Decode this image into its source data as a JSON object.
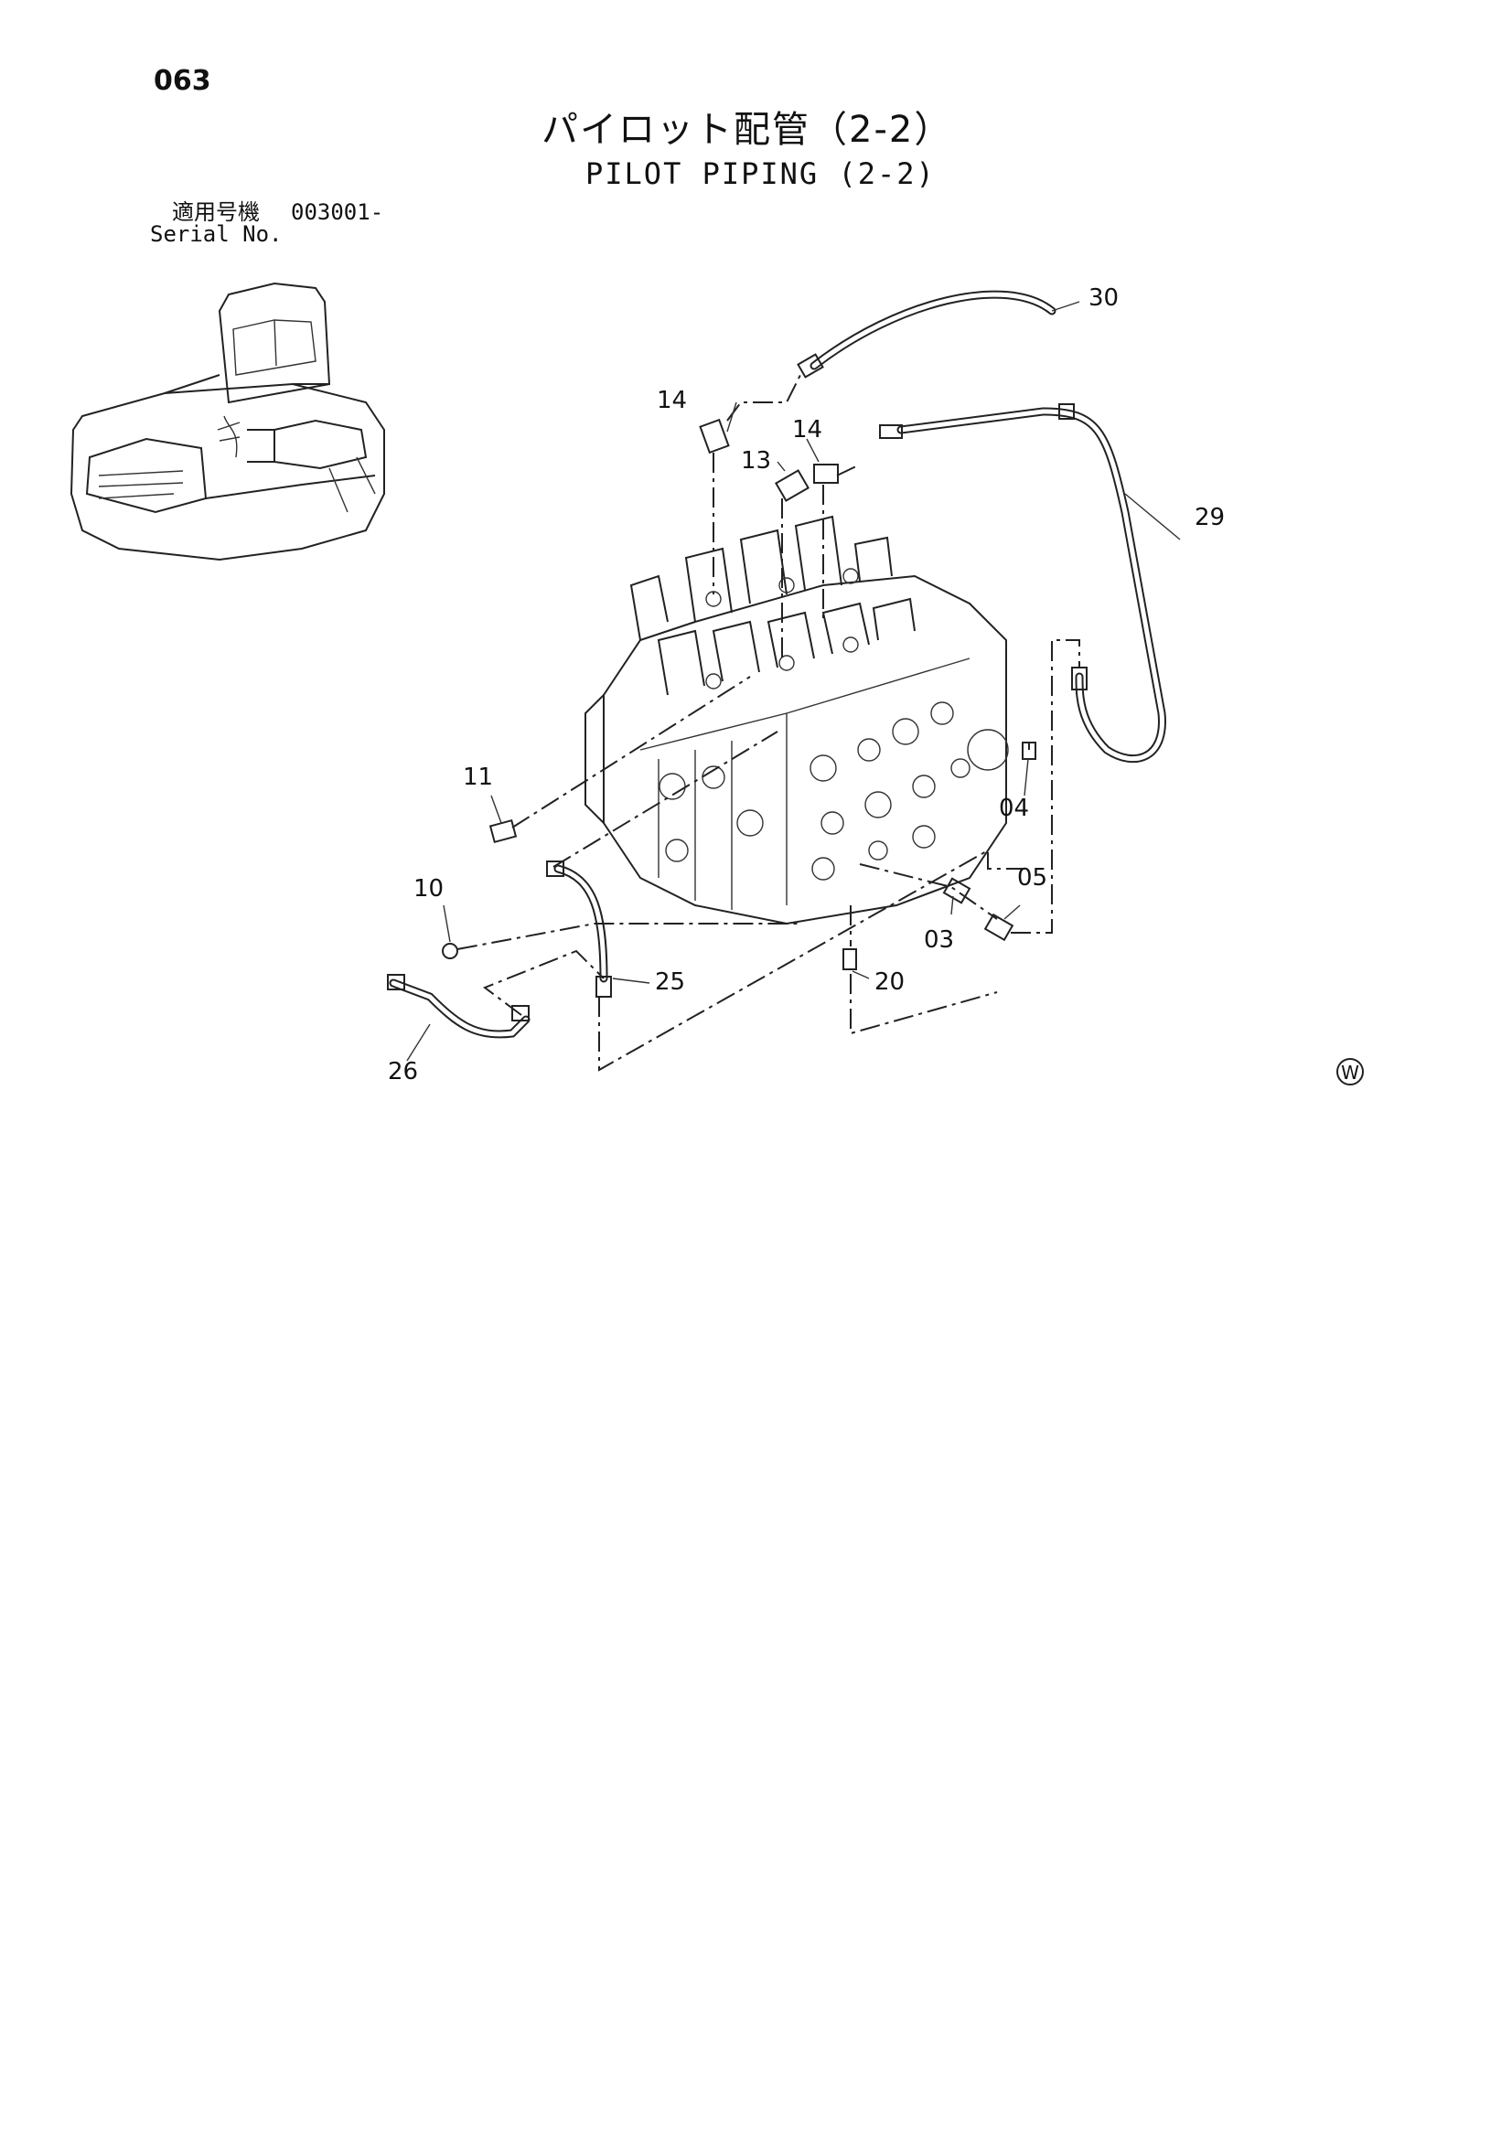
{
  "page_number": "063",
  "title_jp": "パイロット配管（2-2）",
  "title_en": "PILOT PIPING (2-2)",
  "serial": {
    "label_jp": "適用号機",
    "value": "003001-",
    "label_en": "Serial No."
  },
  "callouts": {
    "c30": "30",
    "c14a": "14",
    "c14b": "14",
    "c13": "13",
    "c29": "29",
    "c11": "11",
    "c04": "04",
    "c05": "05",
    "c10": "10",
    "c03": "03",
    "c25": "25",
    "c20": "20",
    "c26": "26"
  },
  "mark": "W"
}
